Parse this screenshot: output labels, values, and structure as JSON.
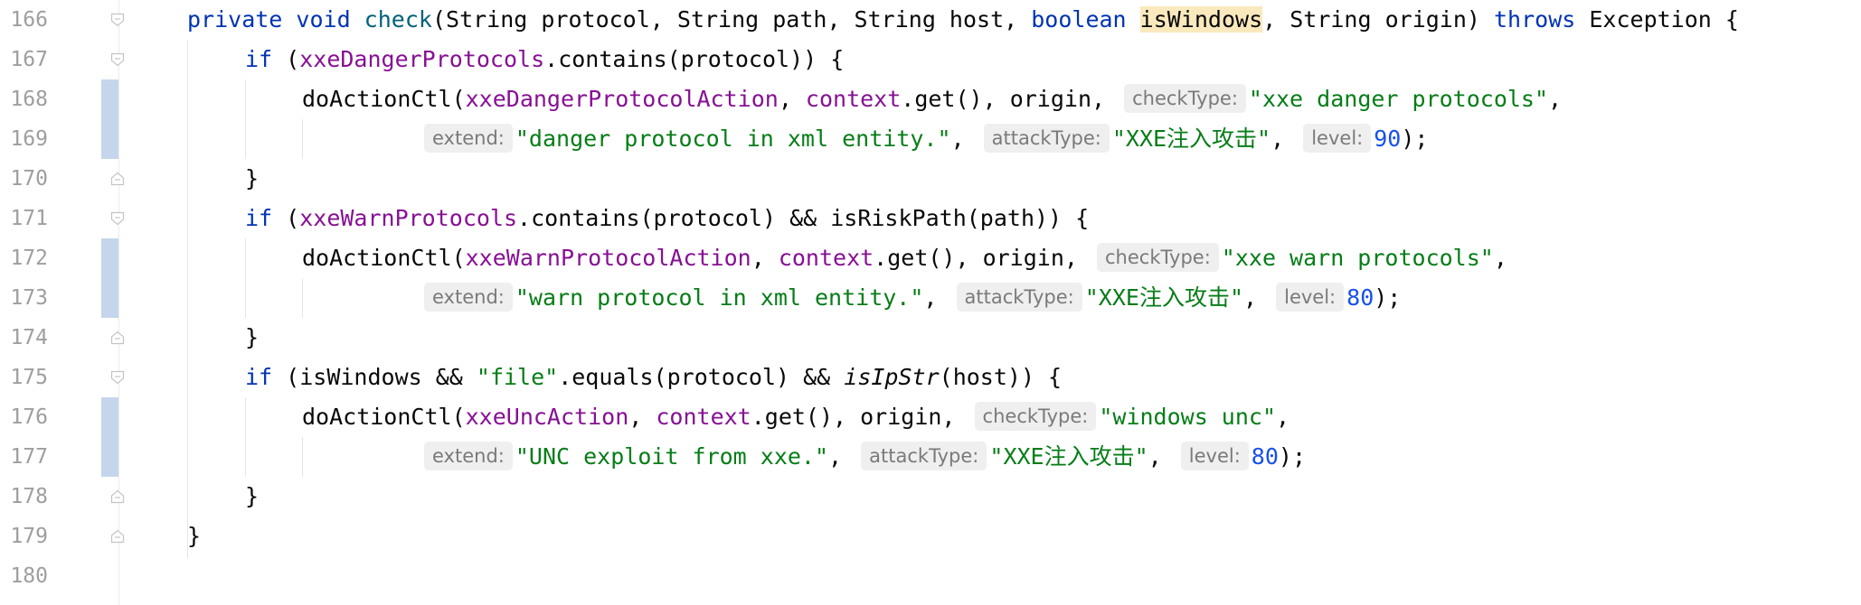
{
  "editor": {
    "lines": [
      {
        "num": "166"
      },
      {
        "num": "167"
      },
      {
        "num": "168"
      },
      {
        "num": "169"
      },
      {
        "num": "170"
      },
      {
        "num": "171"
      },
      {
        "num": "172"
      },
      {
        "num": "173"
      },
      {
        "num": "174"
      },
      {
        "num": "175"
      },
      {
        "num": "176"
      },
      {
        "num": "177"
      },
      {
        "num": "178"
      },
      {
        "num": "179"
      },
      {
        "num": "180"
      }
    ],
    "tokens": {
      "private": "private",
      "void": "void",
      "check": "check",
      "sig_open": "(String protocol, String path, String host, ",
      "boolean": "boolean",
      "isWindows": "isWindows",
      "sig_rest": ", String origin) ",
      "throws": "throws",
      "exc": " Exception {",
      "if": "if",
      "paren_open": " (",
      "xxeDangerProtocols": "xxeDangerProtocols",
      "contains_close": ".contains(protocol)) {",
      "doActionCtl_open": "doActionCtl(",
      "xxeDangerProtocolAction": "xxeDangerProtocolAction",
      "comma_sp": ", ",
      "context": "context",
      "get_origin": ".get(), origin, ",
      "hint_checkType": "checkType:",
      "str_xxe_danger": "\"xxe danger protocols\"",
      "comma": ",",
      "hint_extend": "extend:",
      "str_danger_msg": "\"danger protocol in xml entity.\"",
      "hint_attackType": "attackType:",
      "str_attack": "\"XXE注入攻击\"",
      "hint_level": "level:",
      "num_90": "90",
      "close_semi": ");",
      "rbrace": "}",
      "xxeWarnProtocols": "xxeWarnProtocols",
      "contains_risk": ".contains(protocol) && isRiskPath(path)) {",
      "xxeWarnProtocolAction": "xxeWarnProtocolAction",
      "str_xxe_warn": "\"xxe warn protocols\"",
      "str_warn_msg": "\"warn protocol in xml entity.\"",
      "num_80": "80",
      "if_windows": " (isWindows && ",
      "str_file": "\"file\"",
      "equals_part": ".equals(protocol) && ",
      "isIpStr": "isIpStr",
      "host_close": "(host)) {",
      "xxeUncAction": "xxeUncAction",
      "str_windows_unc": "\"windows unc\"",
      "str_unc_msg": "\"UNC exploit from xxe.\""
    }
  }
}
